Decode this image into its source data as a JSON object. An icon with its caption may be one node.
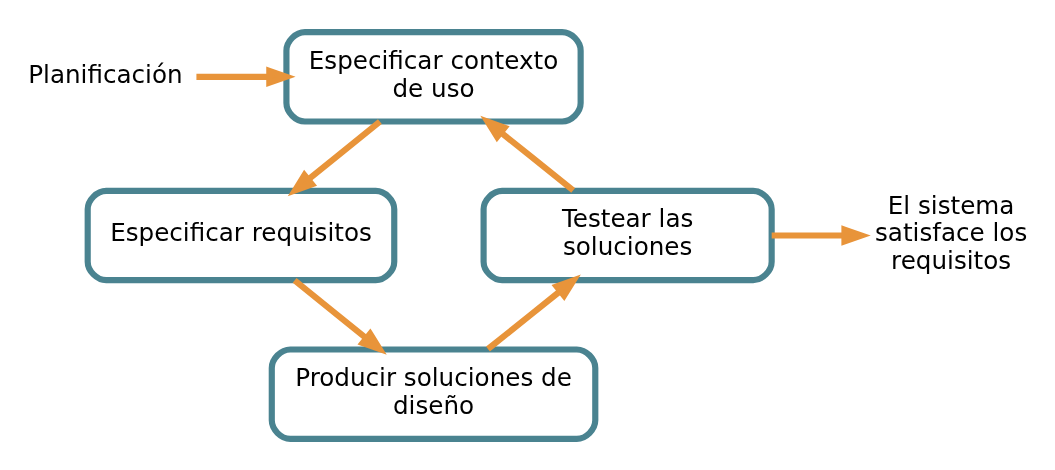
{
  "diagram": {
    "nodes": [
      {
        "text": [
          "Planificación"
        ]
      },
      {
        "text": [
          "Especificar contexto de uso"
        ]
      },
      {
        "text": [
          "Especificar requisitos"
        ]
      },
      {
        "text": [
          "Producir soluciones de diseño"
        ]
      },
      {
        "text": [
          "Testear las soluciones"
        ]
      },
      {
        "text": [
          "El sistema satisface los requisitos"
        ]
      }
    ],
    "edges": [
      {
        "from": 0,
        "to": 1,
        "arrow": "to"
      },
      {
        "from": 1,
        "to": 2,
        "arrow": "to"
      },
      {
        "from": 2,
        "to": 3,
        "arrow": "to"
      },
      {
        "from": 3,
        "to": 4,
        "arrow": "to"
      },
      {
        "from": 4,
        "to": 1,
        "arrow": "to"
      },
      {
        "from": 4,
        "to": 5,
        "arrow": "to"
      }
    ]
  }
}
